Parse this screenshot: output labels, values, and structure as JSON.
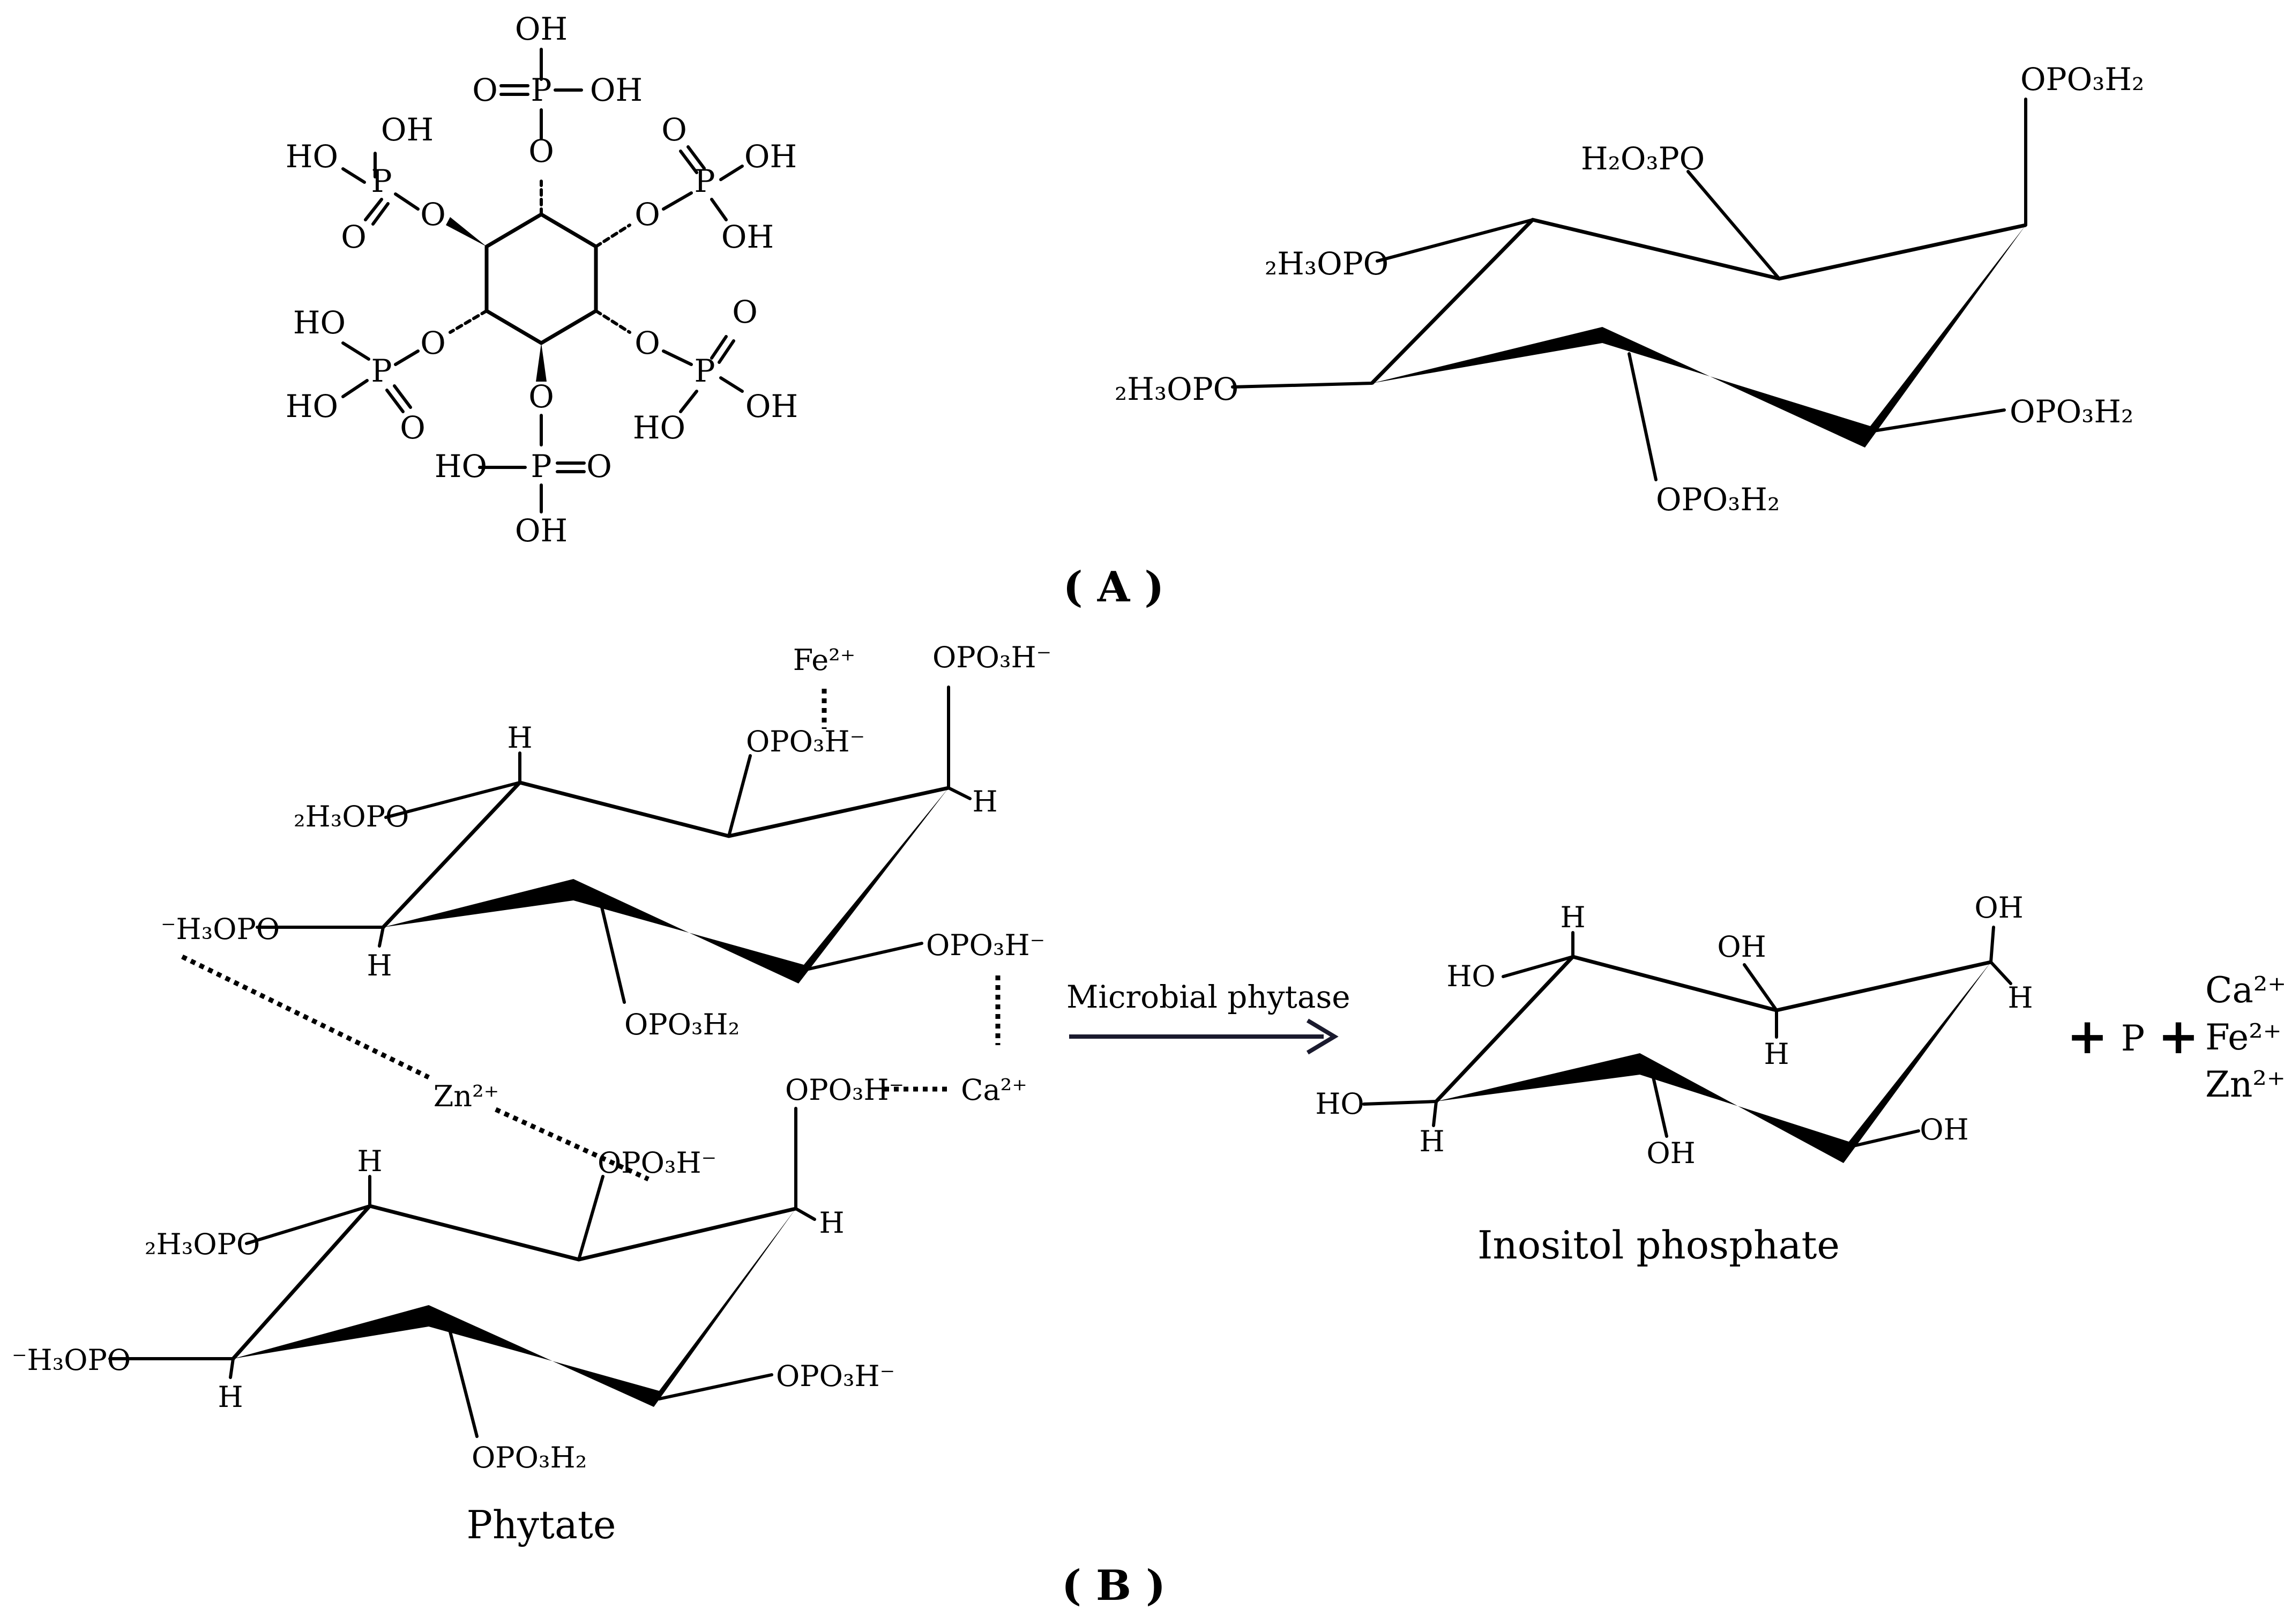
{
  "panels": {
    "a": "( A )",
    "b": "( B )"
  },
  "planar": {
    "top_OH": "OH",
    "top_P_O": "O",
    "top_P": "P",
    "top_P_OH": "OH",
    "top_O": "O",
    "ul_HO": "HO",
    "ul_OH": "OH",
    "ul_P": "P",
    "ul_O_dbl": "O",
    "ul_O": "O",
    "ur_O_dbl": "O",
    "ur_OH": "OH",
    "ur_P": "P",
    "ur_OH2": "OH",
    "ur_O": "O",
    "ll_HO": "HO",
    "ll_P": "P",
    "ll_HO2": "HO",
    "ll_O_dbl": "O",
    "ll_O": "O",
    "lr_O_dbl": "O",
    "lr_P": "P",
    "lr_HO": "HO",
    "lr_OH": "OH",
    "lr_O": "O",
    "bot_O": "O",
    "bot_HO": "HO",
    "bot_P": "P",
    "bot_O_dbl": "O",
    "bot_OH": "OH"
  },
  "chair_a": {
    "top_right": "OPO₃H₂",
    "top_mid": "H₂O₃PO",
    "left_upper": "₂H₃OPO",
    "left_lower": "₂H₃OPO",
    "right": "OPO₃H₂",
    "bottom": "OPO₃H₂"
  },
  "phytate_top": {
    "fe": "Fe²⁺",
    "top_right": "OPO₃H⁻",
    "mid": "OPO₃H⁻",
    "h_left": "H",
    "h_right": "H",
    "h_bottom": "H",
    "left_upper": "₂H₃OPO",
    "left_lower": "⁻H₃OPO",
    "right": "OPO₃H⁻",
    "bottom": "OPO₃H₂"
  },
  "ions": {
    "zn": "Zn²⁺",
    "ca": "Ca²⁺"
  },
  "phytate_bottom": {
    "top_right": "OPO₃H⁻",
    "mid": "OPO₃H⁻",
    "h_left": "H",
    "h_right": "H",
    "h_bottom": "H",
    "left_upper": "₂H₃OPO",
    "left_lower": "⁻H₃OPO",
    "right": "OPO₃H⁻",
    "bottom": "OPO₃H₂"
  },
  "phytate_label": "Phytate",
  "arrow_label": "Microbial phytase",
  "inositol": {
    "h_top": "H",
    "oh_mid": "OH",
    "h_mid": "H",
    "oh_top_right": "OH",
    "h_right": "H",
    "ho_left_upper": "HO",
    "ho_left_lower": "HO",
    "h_left_bottom": "H",
    "oh_bottom": "OH",
    "oh_right": "OH",
    "caption": "Inositol phosphate"
  },
  "products": {
    "plus1": "+",
    "p": "P",
    "plus2": "+",
    "ca": "Ca²⁺",
    "fe": "Fe²⁺",
    "zn": "Zn²⁺"
  }
}
